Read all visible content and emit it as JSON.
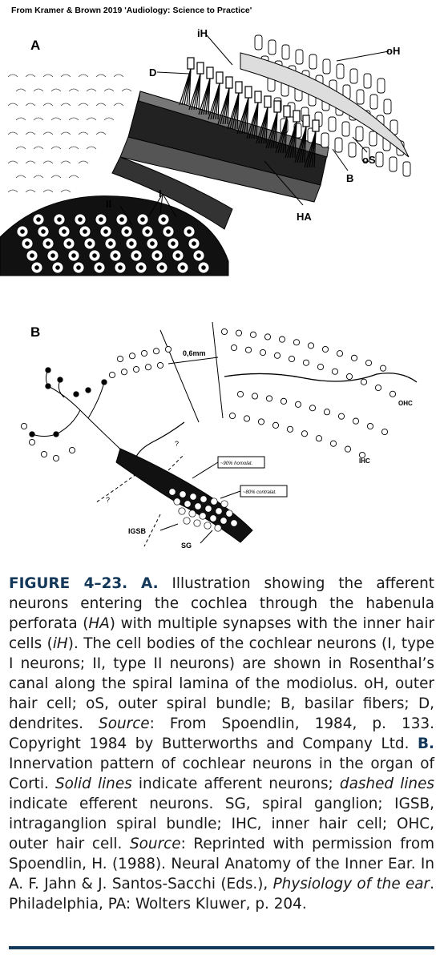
{
  "attribution": "From Kramer & Brown 2019 'Audiology: Science to Practice'",
  "panel_a": {
    "letter": "A",
    "labels": {
      "iH": "iH",
      "oH": "oH",
      "D": "D",
      "oS": "oS",
      "B": "B",
      "HA": "HA",
      "II": "II",
      "I": "I"
    }
  },
  "panel_b": {
    "letter": "B",
    "labels": {
      "distance": "0,6mm",
      "ohc": "OHC",
      "ihc": "IHC",
      "igsb": "IGSB",
      "sg": "SG",
      "homolat": "~90% homolat.",
      "contralat": "~80% contralat.",
      "question": "?"
    }
  },
  "caption": {
    "figure_label": "FIGURE 4–23.",
    "p1": " ",
    "a_label": "A.",
    "p2": " Illustration showing the afferent neurons entering the cochlea through the habenula perforata (",
    "ha_italic": "HA",
    "p3": ") with multiple synapses with the inner hair cells (",
    "ih_italic": "iH",
    "p4": "). The cell bodies of the cochlear neurons (I, type I neurons; II, type II neurons) are shown in Rosenthal’s canal along the spiral lamina of the modiolus. oH, outer hair cell; oS, outer spiral bundle; B, basilar fibers; D, dendrites. ",
    "source1_italic": "Source",
    "p5": ": From Spoendlin, 1984, p. 133. Copyright 1984 by Butterworths and Company Ltd. ",
    "b_label": "B.",
    "p6": " Innervation pattern of cochlear neurons in the organ of Corti. ",
    "solid_italic": "Solid lines",
    "p7": " indicate afferent neurons; ",
    "dashed_italic": "dashed lines",
    "p8": " indicate efferent neurons. SG, spiral ganglion; IGSB, intraganglion spiral bundle; IHC, inner hair cell; OHC, outer hair cell. ",
    "source2_italic": "Source",
    "p9": ": Reprinted with permission from Spoendlin, H. (1988). Neural Anatomy of the Inner Ear. In A. F. Jahn & J. Santos-Sacchi (Eds.), ",
    "book_italic": "Physiology of the ear",
    "p10": ". Philadelphia, PA: Wolters Kluwer, p. 204."
  }
}
